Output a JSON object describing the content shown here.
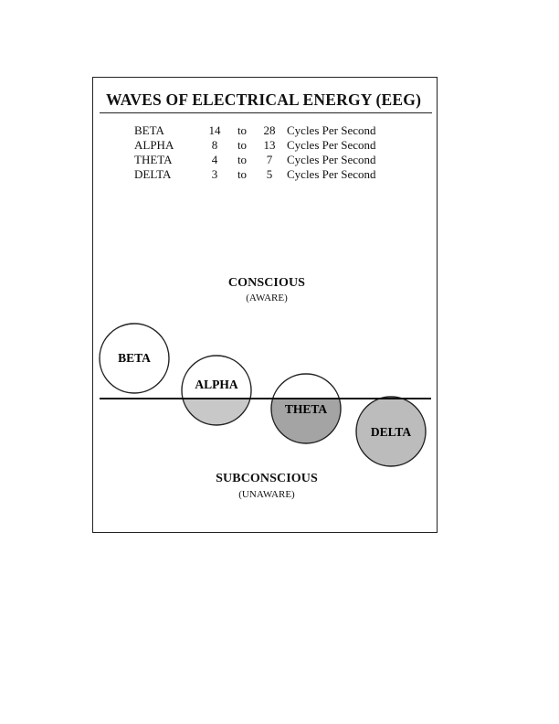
{
  "title": "WAVES OF ELECTRICAL ENERGY (EEG)",
  "frequency_table": [
    {
      "name": "BETA",
      "low": "14",
      "to": "to",
      "high": "28",
      "unit": "Cycles Per Second"
    },
    {
      "name": "ALPHA",
      "low": "8",
      "to": "to",
      "high": "13",
      "unit": "Cycles Per Second"
    },
    {
      "name": "THETA",
      "low": "4",
      "to": "to",
      "high": "7",
      "unit": "Cycles Per Second"
    },
    {
      "name": "DELTA",
      "low": "3",
      "to": "to",
      "high": "5",
      "unit": "Cycles Per Second"
    }
  ],
  "conscious": {
    "label": "CONSCIOUS",
    "sublabel": "(AWARE)"
  },
  "subconscious": {
    "label": "SUBCONSCIOUS",
    "sublabel": "(UNAWARE)"
  },
  "waves": [
    {
      "label": "BETA",
      "fill_below_line": "#ffffff"
    },
    {
      "label": "ALPHA",
      "fill_below_line": "#c8c8c8"
    },
    {
      "label": "THETA",
      "fill_below_line": "#a4a4a4"
    },
    {
      "label": "DELTA",
      "fill_below_line": "#bcbcbc"
    }
  ],
  "colors": {
    "stroke": "#222222",
    "background": "#ffffff"
  }
}
